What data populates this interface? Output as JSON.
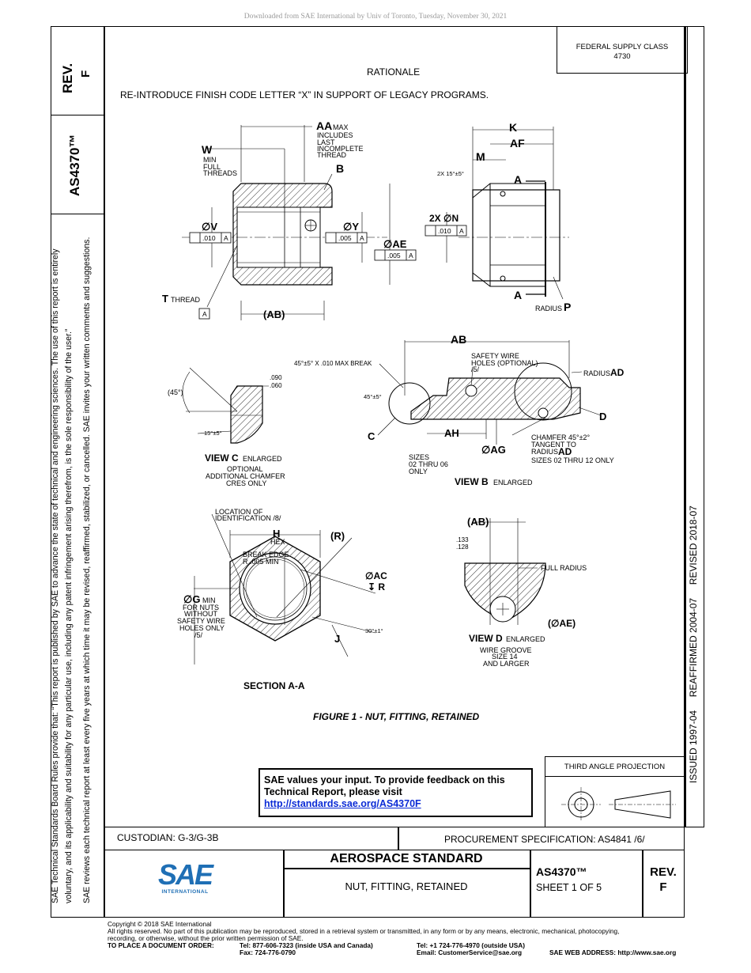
{
  "download_notice": "Downloaded from SAE International by Univ of Toronto, Tuesday, November 30, 2021",
  "side_panel": {
    "rev_label": "REV.",
    "rev_value": "F",
    "doc_id": "AS4370™",
    "rules_line1": "SAE Technical Standards Board Rules provide that: “This report is published by SAE to advance the state of technical and engineering sciences. The use of this report is entirely",
    "rules_line2": "voluntary, and its applicability and suitability for any particular use, including any patent infringement arising therefrom, is the sole responsibility of the user.”",
    "rules_line3": "SAE reviews each technical report at least every five years at which time it may be revised, reaffirmed, stabilized, or cancelled. SAE invites your written comments and suggestions."
  },
  "header": {
    "supply_class_label": "FEDERAL SUPPLY CLASS",
    "supply_class_value": "4730",
    "rationale_title": "RATIONALE",
    "rationale_text": "RE-INTRODUCE FINISH CODE LETTER “X” IN SUPPORT OF LEGACY PROGRAMS."
  },
  "right_strip": {
    "dates": "ISSUED 1997-04     REAFFIRMED 2004-07     REVISED 2018-07"
  },
  "figure": {
    "caption": "FIGURE 1 - NUT, FITTING, RETAINED",
    "main_view": {
      "aa": "AA",
      "aa_note1": "MAX",
      "aa_note2": "INCLUDES",
      "aa_note3": "LAST",
      "aa_note4": "INCOMPLETE",
      "aa_note5": "THREAD",
      "w": "W",
      "w_note1": "MIN",
      "w_note2": "FULL",
      "w_note3": "THREADS",
      "b": "B",
      "v": "∅V",
      "v_tol": ".010",
      "y": "∅Y",
      "y_tol": ".005",
      "ae": "∅AE",
      "ae_tol": ".005",
      "datum": "A",
      "t": "T",
      "t_note": "THREAD",
      "ab": "(AB)"
    },
    "side_view": {
      "k": "K",
      "af": "AF",
      "m": "M",
      "angle": "2X 15°±5°",
      "a_top": "A",
      "a_bottom": "A",
      "n": "2X ∅N",
      "n_tol": ".010",
      "datum": "A",
      "radius": "RADIUS",
      "p": "P"
    },
    "view_c": {
      "title": "VIEW C",
      "title_suffix": "ENLARGED",
      "angle45": "(45°)",
      "dim1": ".090",
      "dim2": ".060",
      "angle15": "15°±5°",
      "note1": "OPTIONAL",
      "note2": "ADDITIONAL CHAMFER",
      "note3": "CRES ONLY"
    },
    "view_b": {
      "ab": "AB",
      "break_note": "45°±5° X .010 MAX BREAK",
      "angle": "45°±5°",
      "safety1": "SAFETY WIRE",
      "safety2": "HOLES (OPTIONAL)",
      "safety3": "/5/",
      "radius_label": "RADIUS",
      "radius_ad": "AD",
      "c": "C",
      "d": "D",
      "ah": "AH",
      "ag": "∅AG",
      "sizes1": "SIZES",
      "sizes2": "02 THRU 06",
      "sizes3": "ONLY",
      "chamfer1": "CHAMFER 45°±2°",
      "chamfer2": "TANGENT TO",
      "chamfer3": "RADIUS",
      "chamfer_ad": "AD",
      "chamfer4": "SIZES 02 THRU 12 ONLY",
      "title": "VIEW B",
      "title_suffix": "ENLARGED"
    },
    "section_aa": {
      "loc1": "LOCATION OF",
      "loc2": "IDENTIFICATION /8/",
      "h": "H",
      "hex": "HEX",
      "r_paren": "(R)",
      "break1": "BREAK EDGE",
      "break2": "R .005 MIN",
      "ac": "∅AC",
      "r_depth": "↧ R",
      "g": "∅G",
      "g_min": "MIN",
      "g1": "FOR NUTS",
      "g2": "WITHOUT",
      "g3": "SAFETY WIRE",
      "g4": "HOLES ONLY",
      "g5": "/5/",
      "angle30": "30°±1°",
      "j": "J",
      "title": "SECTION A-A"
    },
    "view_d": {
      "ab": "(AB)",
      "dim1": ".133",
      "dim2": ".128",
      "full_radius": "FULL RADIUS",
      "ae": "(∅AE)",
      "title": "VIEW D",
      "title_suffix": "ENLARGED",
      "note1": "WIRE GROOVE",
      "note2": "SIZE 14",
      "note3": "AND LARGER"
    }
  },
  "feedback": {
    "line1": "SAE values your input. To provide feedback on this",
    "line2": "Technical Report, please visit",
    "link": "http://standards.sae.org/AS4370F"
  },
  "projection": {
    "label": "THIRD ANGLE PROJECTION"
  },
  "title_block": {
    "custodian": "CUSTODIAN: G-3/G-3B",
    "procurement": "PROCUREMENT SPECIFICATION: AS4841 /6/",
    "logo": "SAE",
    "logo_sub": "INTERNATIONAL",
    "standard": "AEROSPACE STANDARD",
    "part_name": "NUT, FITTING, RETAINED",
    "doc_id": "AS4370™",
    "sheet": "SHEET 1 OF 5",
    "rev_label": "REV.",
    "rev_value": "F"
  },
  "footer": {
    "copyright": "Copyright © 2018 SAE International",
    "rights1": "All rights reserved. No part of this publication may be reproduced, stored in a retrieval system or transmitted, in any form or by any means, electronic, mechanical, photocopying,",
    "rights2": "recording, or otherwise, without the prior written permission of SAE.",
    "order_label": "TO PLACE A DOCUMENT ORDER:",
    "tel_usa": "Tel: 877-606-7323 (inside USA and Canada)",
    "fax": "Fax: 724-776-0790",
    "tel_outside": "Tel: +1 724-776-4970 (outside USA)",
    "email": "Email: CustomerService@sae.org",
    "web": "SAE WEB ADDRESS: http://www.sae.org"
  }
}
